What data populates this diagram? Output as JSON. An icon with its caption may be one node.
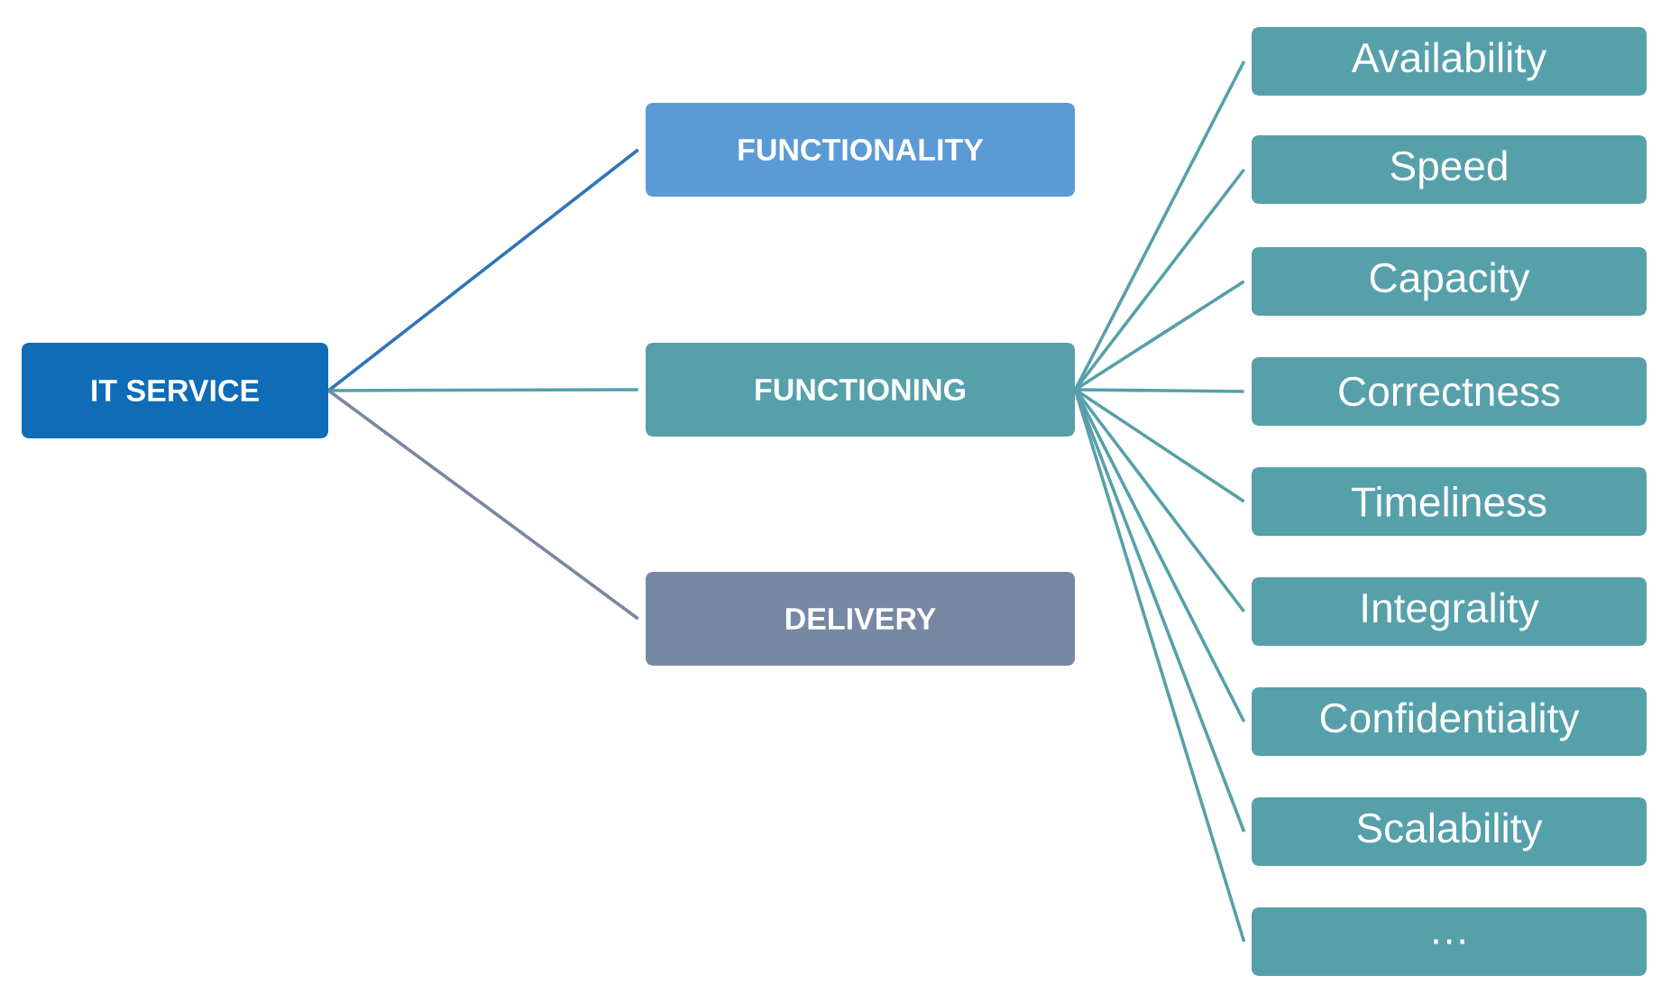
{
  "diagram": {
    "nodes": [
      {
        "text": [
          "IT SERVICE"
        ]
      },
      {
        "text": [
          "FUNCTIONALITY"
        ]
      },
      {
        "text": [
          "FUNCTIONING"
        ]
      },
      {
        "text": [
          "DELIVERY"
        ]
      },
      {
        "text": [
          "Availability"
        ]
      },
      {
        "text": [
          "Speed"
        ]
      },
      {
        "text": [
          "Capacity"
        ]
      },
      {
        "text": [
          "Correctness"
        ]
      },
      {
        "text": [
          "Timeliness"
        ]
      },
      {
        "text": [
          "Integrality"
        ]
      },
      {
        "text": [
          "Confidentiality"
        ]
      },
      {
        "text": [
          "Scalability"
        ]
      },
      {
        "text": [
          "…"
        ]
      }
    ],
    "edges": [
      {
        "from": 0,
        "to": 1,
        "arrow": "none",
        "color": "#2e75b6"
      },
      {
        "from": 0,
        "to": 2,
        "arrow": "none"
      },
      {
        "from": 0,
        "to": 3,
        "arrow": "none",
        "color": "#7a879f"
      },
      {
        "from": 2,
        "to": 4,
        "arrow": "none"
      },
      {
        "from": 2,
        "to": 5,
        "arrow": "none"
      },
      {
        "from": 2,
        "to": 6,
        "arrow": "none"
      },
      {
        "from": 2,
        "to": 7,
        "arrow": "none"
      },
      {
        "from": 2,
        "to": 8,
        "arrow": "none"
      },
      {
        "from": 2,
        "to": 9,
        "arrow": "none"
      },
      {
        "from": 2,
        "to": 10,
        "arrow": "none"
      },
      {
        "from": 2,
        "to": 11,
        "arrow": "none"
      },
      {
        "from": 2,
        "to": 12,
        "arrow": "none"
      }
    ]
  }
}
